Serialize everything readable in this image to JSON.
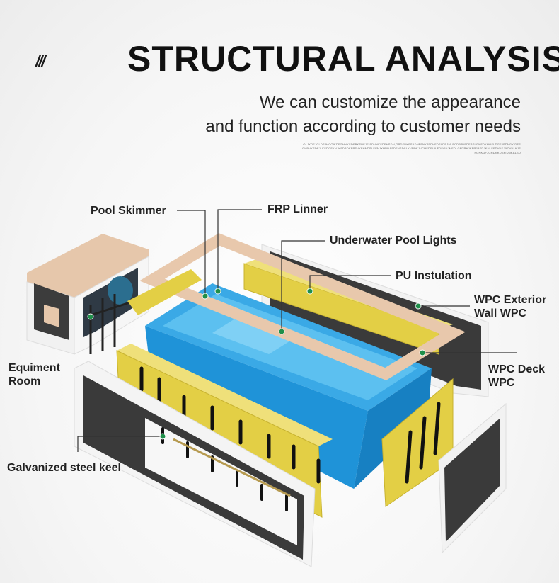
{
  "header": {
    "slashes": "///",
    "title": "STRUCTURAL ANALYSIS",
    "subtitle_line1": "We can customize the appearance",
    "subtitle_line2": "and function according to customer needs",
    "fineprint": "OLJKDFJGLDSJHGOIKDFGHNKSDFBKSDFJE,SDVNKSDFHSDN,GRDFNKFSADHFFNKJSDHFDSLDBJMLFCDBJDFDFPSLGNFDKHOSLDGFJSDNGK,DFSGHBVKSDFJLKSDGFKNJKSDBDKFPSVKFHNDSLSVNJXHNDASDFHSDSLKVNDKJVCHSDFUILFDSGNJMFDLGNTRHJKFRJBSDJKNLSFDVNKJXCVNLKJSFGNKDFJGHDNKDSFIUNKALSD"
  },
  "labels": {
    "pool_skimmer": "Pool Skimmer",
    "frp_liner": "FRP Linner",
    "underwater_lights": "Underwater Pool Lights",
    "pu_insulation": "PU Instulation",
    "wpc_exterior_line1": "WPC Exterior",
    "wpc_exterior_line2": "Wall WPC",
    "wpc_deck_line1": "WPC Deck",
    "wpc_deck_line2": "WPC",
    "equipment_line1": "Equiment",
    "equipment_line2": "Room",
    "steel_keel": "Galvanized steel keel"
  },
  "colors": {
    "pool_blue": "#3aa9e6",
    "insulation_yellow": "#e3cf45",
    "deck_tan": "#e8c8ac",
    "wall_dark": "#3a3a3a",
    "frame_white": "#f4f4f4",
    "marker_green": "#1f8f4a"
  }
}
